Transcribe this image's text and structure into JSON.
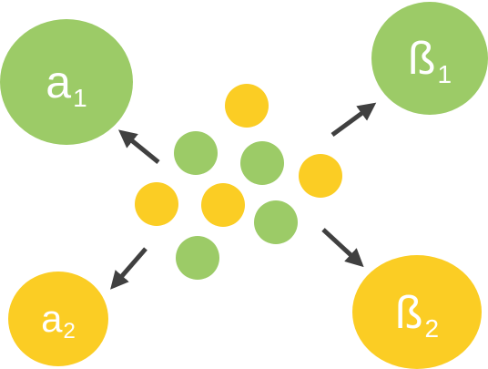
{
  "colors": {
    "green": "#9ccb67",
    "yellow": "#fbcd24",
    "arrow": "#404040",
    "label": "#ffffff"
  },
  "outcomes": [
    {
      "id": "a1",
      "letter": "a",
      "subscript": "1",
      "color": "green",
      "direction": "up-left"
    },
    {
      "id": "b1",
      "letter": "ß",
      "subscript": "1",
      "color": "green",
      "direction": "up-right"
    },
    {
      "id": "a2",
      "letter": "a",
      "subscript": "2",
      "color": "yellow",
      "direction": "down-left"
    },
    {
      "id": "b2",
      "letter": "ß",
      "subscript": "2",
      "color": "yellow",
      "direction": "down-right"
    }
  ],
  "particles": [
    {
      "color": "yellow"
    },
    {
      "color": "green"
    },
    {
      "color": "green"
    },
    {
      "color": "yellow"
    },
    {
      "color": "yellow"
    },
    {
      "color": "yellow"
    },
    {
      "color": "green"
    },
    {
      "color": "green"
    }
  ]
}
